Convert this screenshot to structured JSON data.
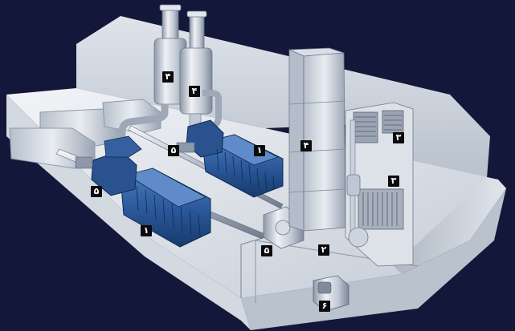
{
  "figure": {
    "colors": {
      "background": "#13183a",
      "hull_light": "#e4e8ee",
      "hull_shadow": "#a9b2bf",
      "engine_blue": "#2c5a9c",
      "engine_dark": "#173a6c",
      "duct_silver": "#c9d1dc",
      "label_bg": "#0b0b0b",
      "label_text": "#ffffff"
    },
    "labels": {
      "engine_right": "١",
      "engine_left": "١",
      "exhaust_left": "۴",
      "exhaust_right": "۴",
      "turbine_stack": "۴",
      "gearbox_left": "۵",
      "gearbox_center": "۵",
      "gearbox_bottom": "۵",
      "intake_top": "٣",
      "intake_mid": "٣",
      "gas_turbine": "٢",
      "generator": "۶"
    }
  }
}
